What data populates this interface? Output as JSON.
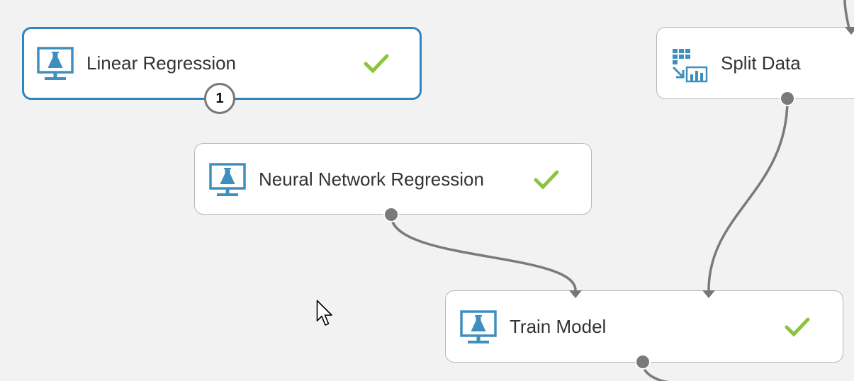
{
  "colors": {
    "canvas_background": "#f2f2f2",
    "module_border": "#b7b7b7",
    "selected_border": "#2d86bf",
    "icon_blue": "#3e8fbd",
    "check_green": "#8cc43f",
    "connector": "#7a7a7a"
  },
  "modules": {
    "linear_regression": {
      "label": "Linear Regression",
      "icon": "flask-monitor-icon",
      "status": "completed",
      "selected": true,
      "badge": "1"
    },
    "neural_network_regression": {
      "label": "Neural Network Regression",
      "icon": "flask-monitor-icon",
      "status": "completed"
    },
    "split_data": {
      "label": "Split Data",
      "icon": "split-data-icon"
    },
    "train_model": {
      "label": "Train Model",
      "icon": "flask-monitor-icon",
      "status": "completed"
    }
  },
  "connections": [
    {
      "from": "neural_network_regression.output",
      "to": "train_model.input_left"
    },
    {
      "from": "split_data.output",
      "to": "train_model.input_right"
    }
  ],
  "cursor": {
    "icon": "mouse-pointer-icon"
  }
}
